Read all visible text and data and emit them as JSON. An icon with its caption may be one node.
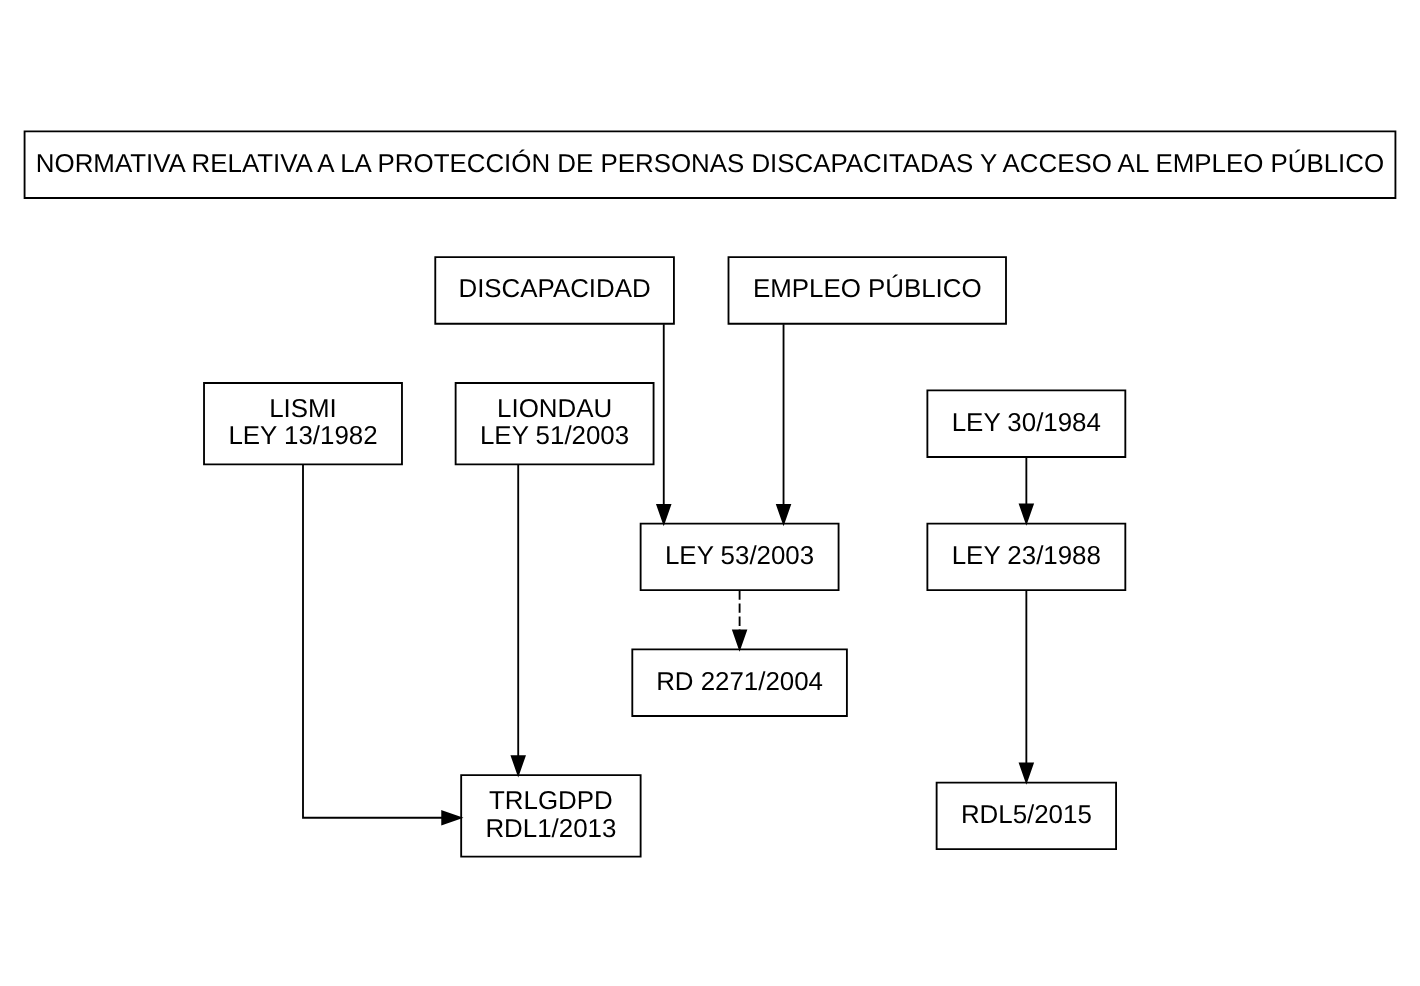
{
  "diagram": {
    "nodes": [
      {
        "text": [
          "NORMATIVA RELATIVA A LA PROTECCIÓN DE PERSONAS DISCAPACITADAS Y ACCESO AL EMPLEO PÚBLICO"
        ]
      },
      {
        "text": [
          "DISCAPACIDAD"
        ]
      },
      {
        "text": [
          "EMPLEO PÚBLICO"
        ]
      },
      {
        "text": [
          "LISMI",
          "LEY 13/1982"
        ]
      },
      {
        "text": [
          "LIONDAU",
          "LEY 51/2003"
        ]
      },
      {
        "text": [
          "LEY 30/1984"
        ]
      },
      {
        "text": [
          "LEY 53/2003"
        ]
      },
      {
        "text": [
          "LEY 23/1988"
        ]
      },
      {
        "text": [
          "RD 2271/2004"
        ]
      },
      {
        "text": [
          "TRLGDPD",
          "RDL1/2013"
        ]
      },
      {
        "text": [
          "RDL5/2015"
        ]
      }
    ],
    "edges": [
      {
        "from": 1,
        "to": 6,
        "arrow": "to"
      },
      {
        "from": 2,
        "to": 6,
        "arrow": "to"
      },
      {
        "from": 3,
        "to": 9,
        "arrow": "to"
      },
      {
        "from": 4,
        "to": 9,
        "arrow": "to"
      },
      {
        "from": 6,
        "to": 8,
        "arrow": "to",
        "style": "dashed"
      },
      {
        "from": 5,
        "to": 7,
        "arrow": "to"
      },
      {
        "from": 7,
        "to": 10,
        "arrow": "to"
      }
    ]
  }
}
